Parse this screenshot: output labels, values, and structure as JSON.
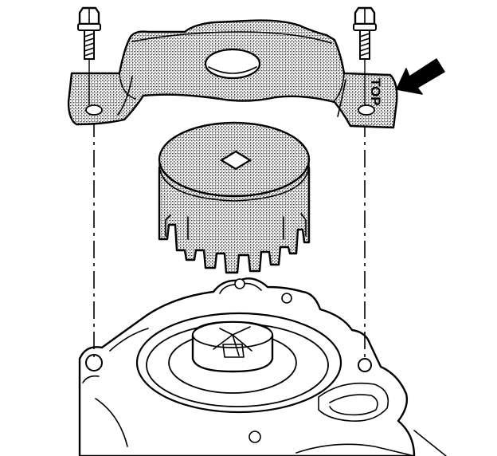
{
  "diagram": {
    "parts": [
      "bolt-left",
      "bolt-right",
      "retaining-bracket",
      "splined-pump-drive",
      "housing-base"
    ],
    "bracket_stamp": "TOP",
    "colors": {
      "line": "#000000",
      "stipple": "#6e6e6e",
      "background": "#ffffff"
    }
  }
}
